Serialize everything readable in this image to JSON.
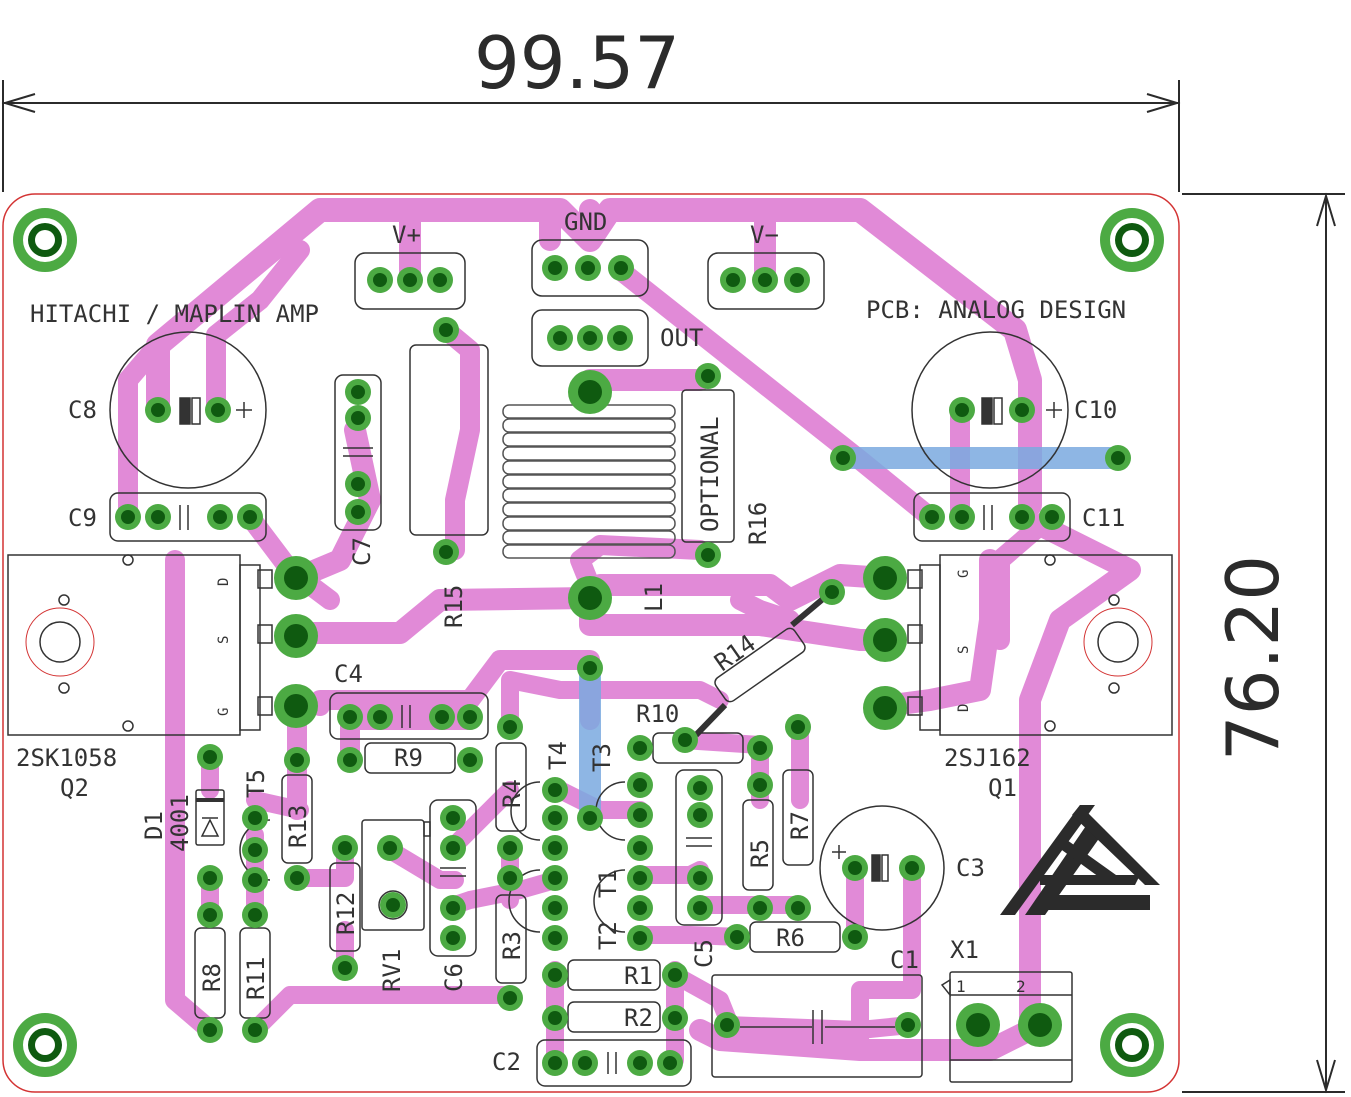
{
  "dimensions": {
    "width": "99.57",
    "height": "76.20"
  },
  "board_title": "HITACHI / MAPLIN AMP",
  "pcb_credit": "PCB: ANALOG DESIGN",
  "connectors": {
    "vplus": "V+",
    "gnd": "GND",
    "vminus": "V−",
    "out": "OUT"
  },
  "components": {
    "c8": "C8",
    "c9": "C9",
    "c10": "C10",
    "c11": "C11",
    "c7": "C7",
    "c4": "C4",
    "c6": "C6",
    "c5": "C5",
    "c3": "C3",
    "c2": "C2",
    "c1": "C1",
    "r15": "R15",
    "r16": "R16",
    "r14": "R14",
    "r10": "R10",
    "r9": "R9",
    "r13": "R13",
    "r12": "R12",
    "r4": "R4",
    "r3": "R3",
    "r5": "R5",
    "r7": "R7",
    "r6": "R6",
    "r1": "R1",
    "r2": "R2",
    "r8": "R8",
    "r11": "R11",
    "l1": "L1",
    "optional": "OPTIONAL",
    "t1": "T1",
    "t2": "T2",
    "t3": "T3",
    "t4": "T4",
    "t5": "T5",
    "rv1": "RV1",
    "x1": "X1",
    "x1_pin1": "1",
    "x1_pin2": "2",
    "d1": "D1",
    "d1_part": "4001",
    "q2_part": "2SK1058",
    "q2": "Q2",
    "q1_part": "2SJ162",
    "q1": "Q1",
    "pin_d": "D",
    "pin_s": "S",
    "pin_g": "G",
    "plus": "+"
  },
  "colors": {
    "trace": "#e18ad7",
    "pad": "#4caa43",
    "pad_hole": "#0f5a10",
    "bottom_trace": "#7aa9df",
    "silk": "#333333",
    "outline": "#d33333"
  }
}
